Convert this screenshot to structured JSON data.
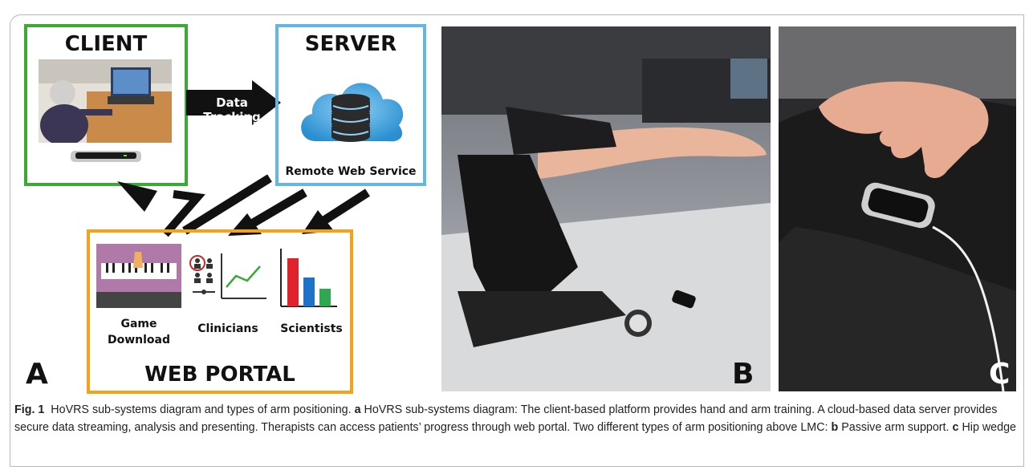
{
  "diagram": {
    "client_title": "CLIENT",
    "server_title": "SERVER",
    "arrow_label": "Data Tracking",
    "server_caption": "Remote Web Service",
    "portal_title": "WEB PORTAL",
    "portal_items": [
      {
        "label_line1": "Game",
        "label_line2": "Download"
      },
      {
        "label_line1": "Clinicians",
        "label_line2": ""
      },
      {
        "label_line1": "Scientists",
        "label_line2": ""
      }
    ],
    "colors": {
      "client": "#3aa935",
      "server": "#62b7e5",
      "portal": "#f3a31b"
    }
  },
  "panels": {
    "a": "A",
    "b": "B",
    "c": "C"
  },
  "caption": {
    "fig_label": "Fig. 1",
    "title": "HoVRS sub-systems diagram and types of arm positioning.",
    "a_letter": "a",
    "a_text": "HoVRS sub-systems diagram: The client-based platform provides hand and arm training. A cloud-based data server provides secure data streaming, analysis and presenting. Therapists can access patients’ progress through web portal. Two different types of arm positioning above LMC:",
    "b_letter": "b",
    "b_text": "Passive arm support.",
    "c_letter": "c",
    "c_text": "Hip wedge"
  }
}
